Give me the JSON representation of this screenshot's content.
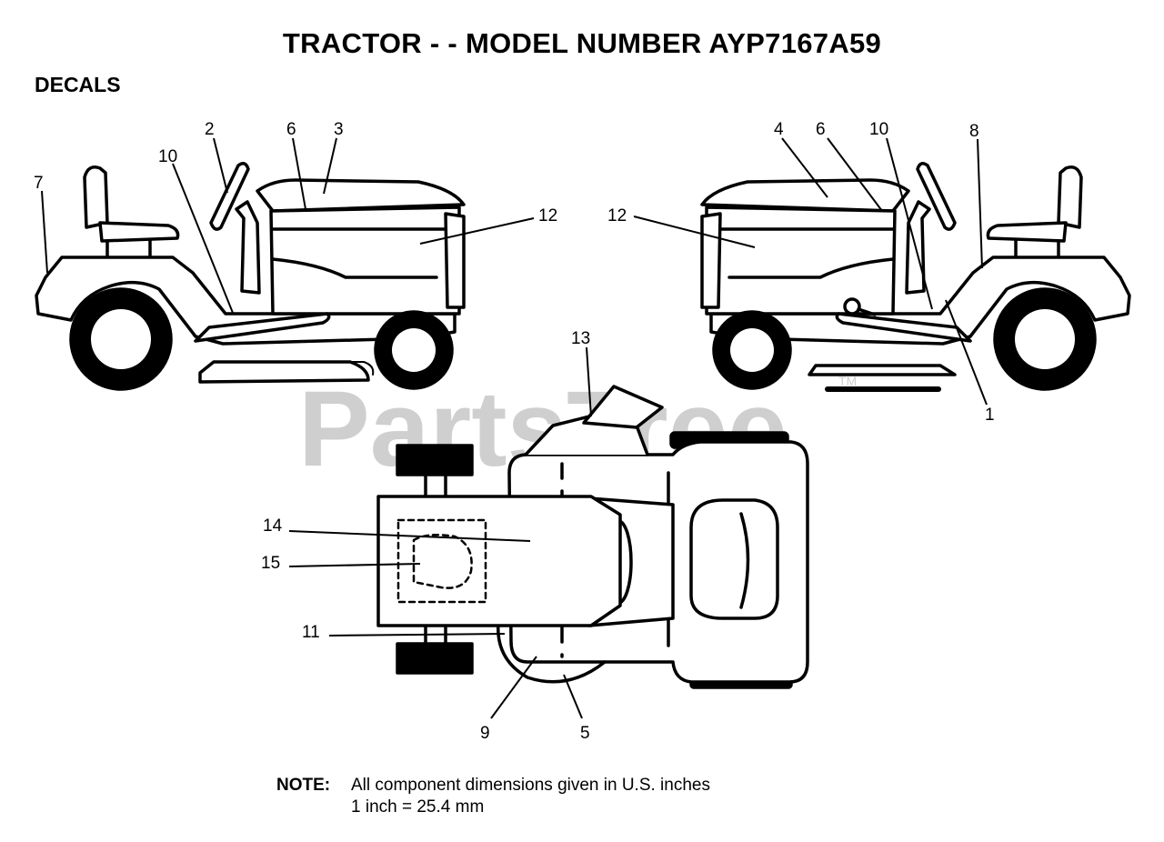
{
  "title": "TRACTOR - - MODEL NUMBER AYP7167A59",
  "section_label": "DECALS",
  "watermark": {
    "text": "PartsTree",
    "tm": "TM"
  },
  "callouts": {
    "c1": "1",
    "c2": "2",
    "c3": "3",
    "c4": "4",
    "c5": "5",
    "c6_left": "6",
    "c6_right": "6",
    "c7": "7",
    "c8": "8",
    "c9": "9",
    "c10_left": "10",
    "c10_right": "10",
    "c11": "11",
    "c12_left": "12",
    "c12_right": "12",
    "c13": "13",
    "c14": "14",
    "c15": "15"
  },
  "note": {
    "label": "NOTE:",
    "line1": "All component dimensions given in U.S. inches",
    "line2": "1 inch = 25.4 mm"
  }
}
